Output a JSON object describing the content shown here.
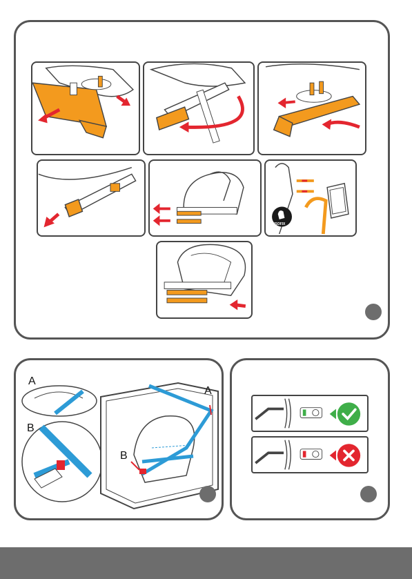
{
  "colors": {
    "orange": "#f39a1e",
    "red": "#e3262f",
    "blue": "#2d9bd6",
    "green": "#3fae49",
    "outline": "#444444",
    "step_dot": "#6d6d6d",
    "footer": "#6d6d6d"
  },
  "isofix_badge": {
    "text": "ISOFIX",
    "icon": "seat-icon"
  },
  "belt_panel": {
    "label_a_inset": "A",
    "label_b_inset": "B",
    "label_a_main": "A",
    "label_b_main": "B"
  },
  "indicator_panel": {
    "correct_icon": "check-icon",
    "wrong_icon": "cross-icon"
  }
}
